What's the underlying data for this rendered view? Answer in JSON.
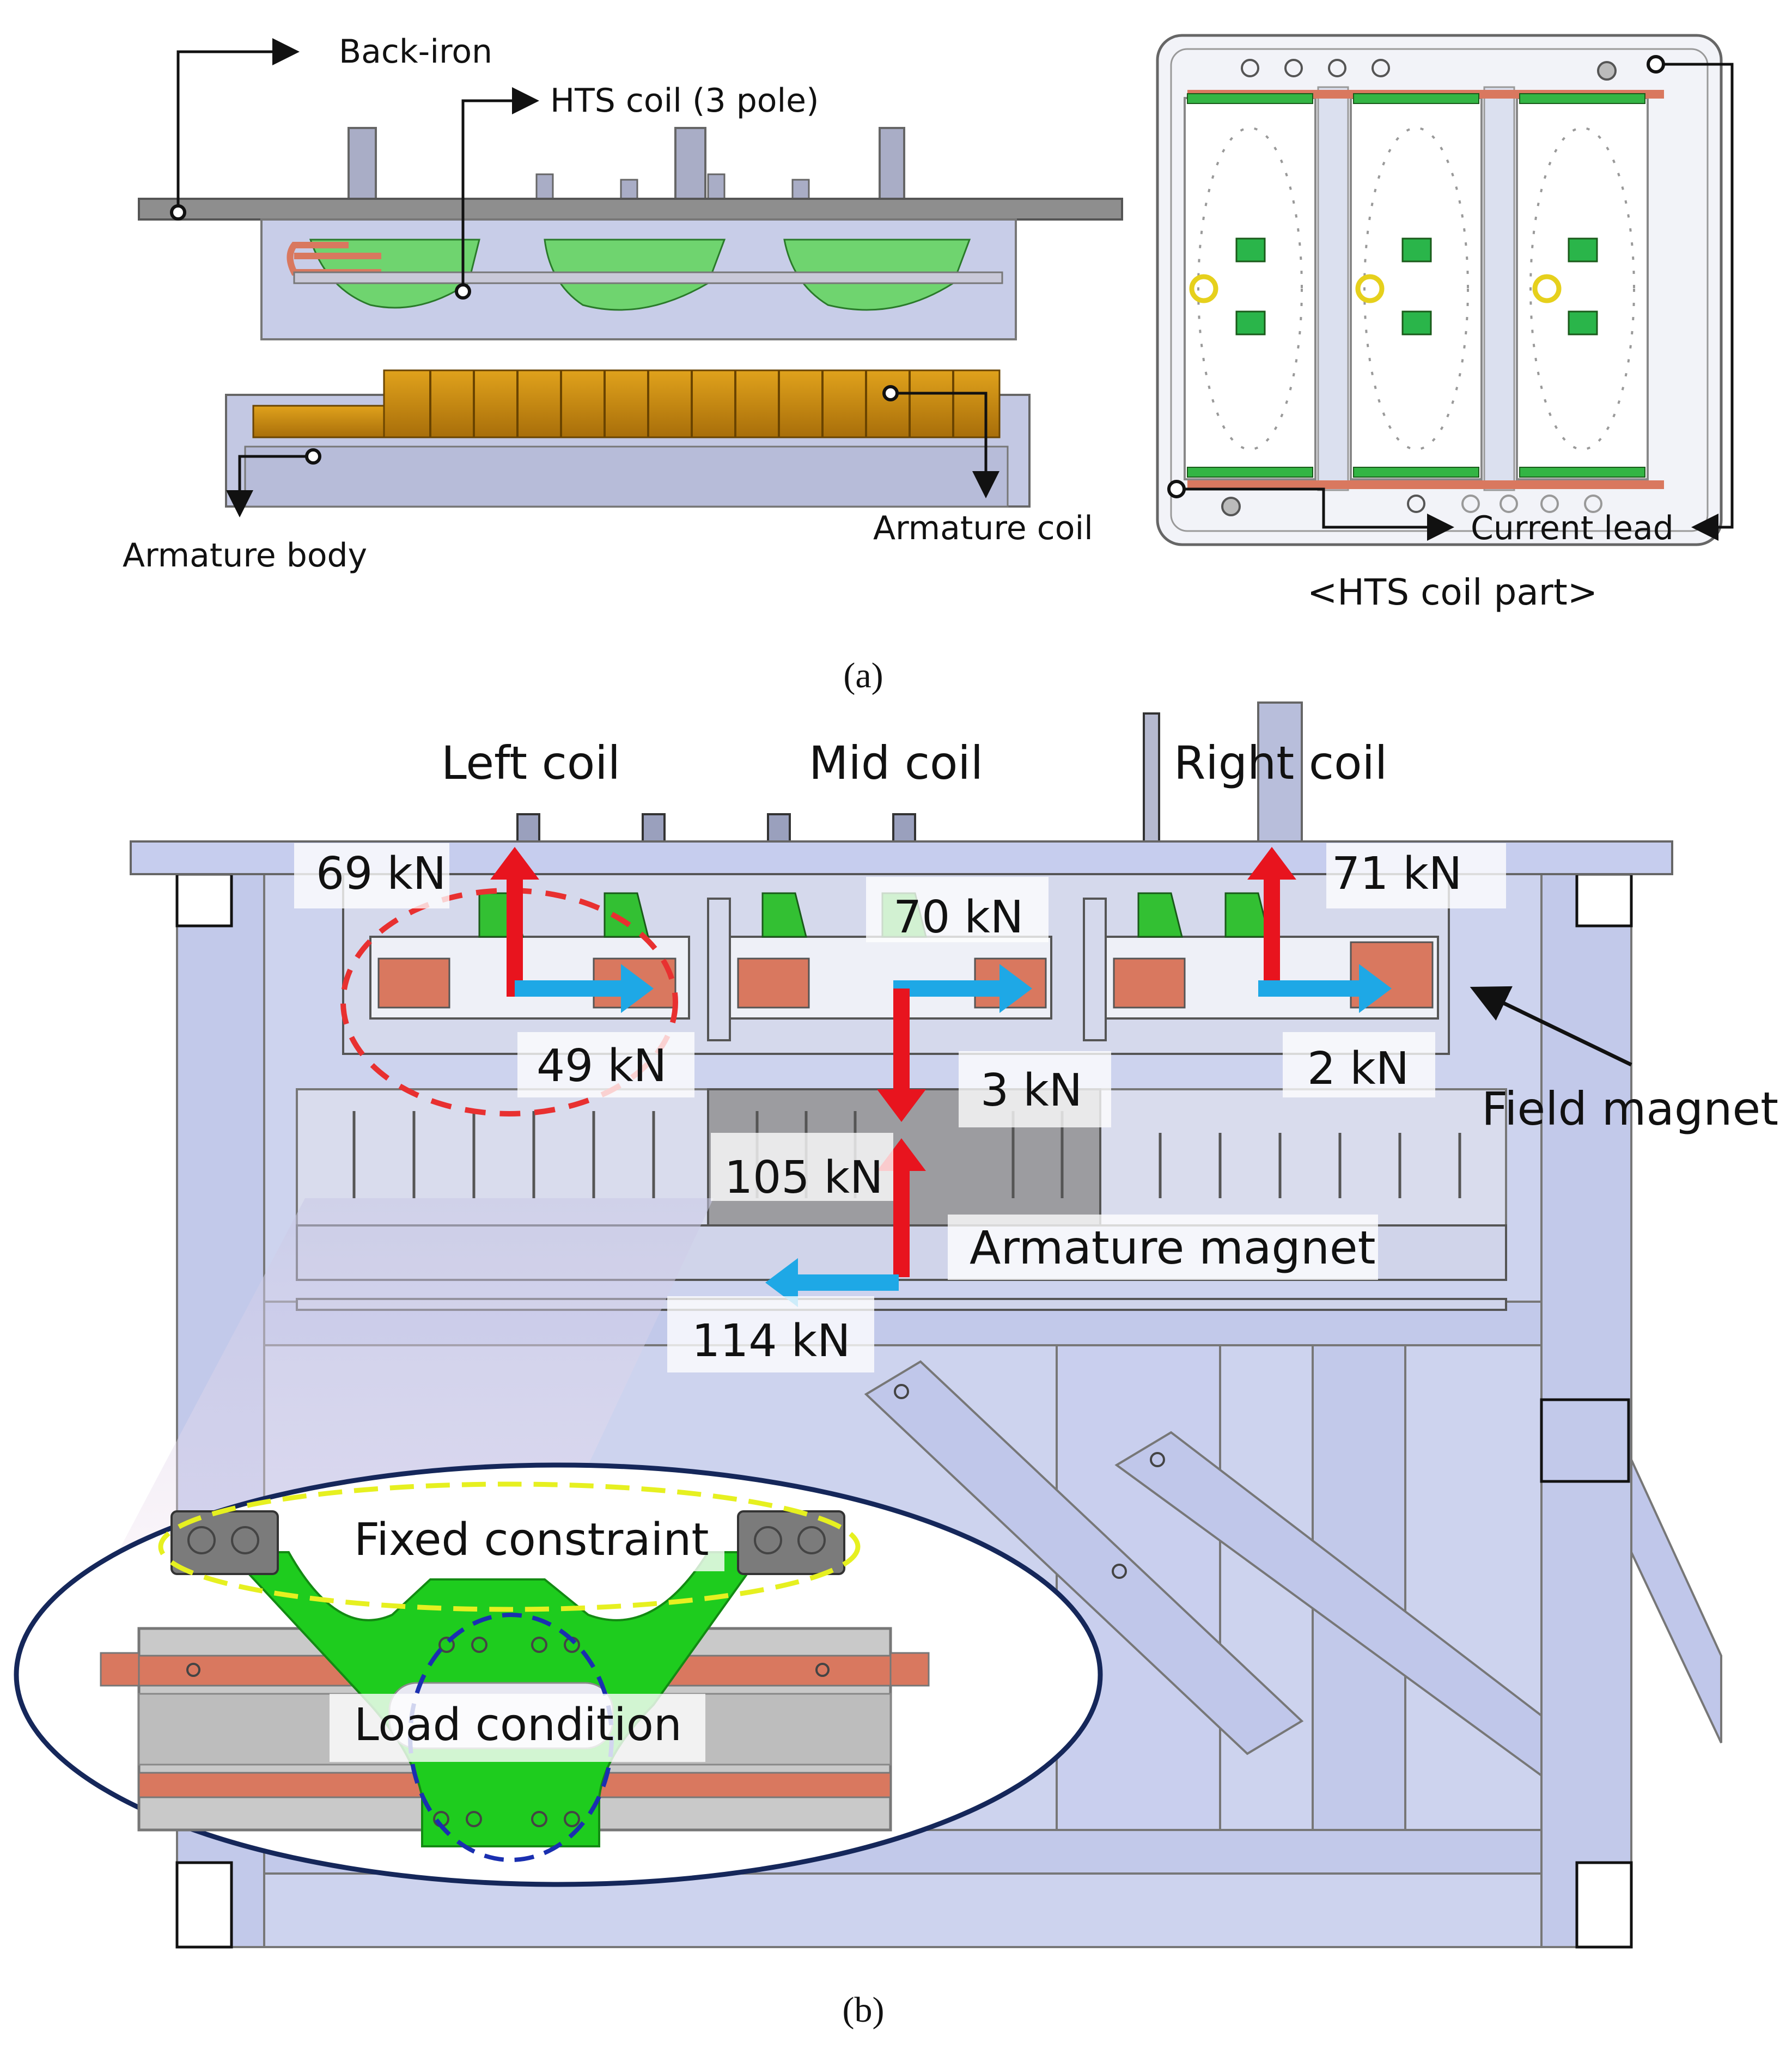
{
  "panel_a": {
    "caption": "(a)",
    "labels": {
      "back_iron": "Back-iron",
      "hts_coil": "HTS coil (3 pole)",
      "armature_body": "Armature body",
      "armature_coil": "Armature coil",
      "current_lead": "Current lead",
      "hts_coil_part": "<HTS coil part>"
    }
  },
  "panel_b": {
    "caption": "(b)",
    "coil_labels": {
      "left": "Left coil",
      "mid": "Mid coil",
      "right": "Right coil"
    },
    "forces": {
      "left_vertical": "69 kN",
      "left_horizontal": "49 kN",
      "mid_vertical": "70 kN",
      "mid_horizontal": "3 kN",
      "right_vertical": "71 kN",
      "right_horizontal": "2 kN",
      "armature_vertical": "105 kN",
      "armature_horizontal": "114 kN"
    },
    "labels": {
      "field_magnet": "Field magnet",
      "armature_magnet": "Armature magnet",
      "fixed_constraint": "Fixed constraint",
      "load_condition": "Load condition"
    }
  },
  "colors": {
    "force_vertical": "#e8141e",
    "force_horizontal": "#1ea8e6",
    "coil_support": "#22cc22",
    "copper": "#d9785f",
    "armature_coil": "#c88a12",
    "frame": "#c9d1ee",
    "highlight_red": "#e83030",
    "highlight_yellow": "#e6f020",
    "highlight_blue": "#1a2fb0",
    "detail_ring": "#15275a"
  }
}
